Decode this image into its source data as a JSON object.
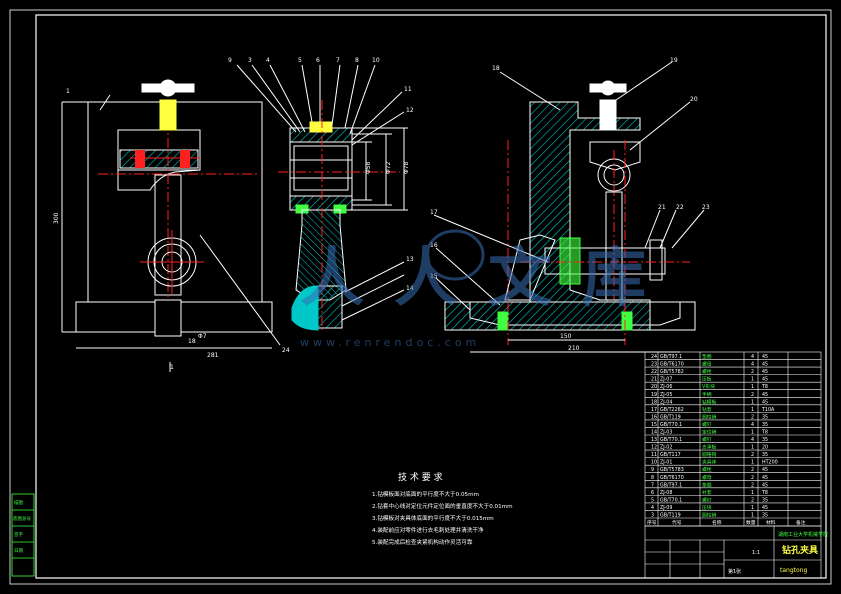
{
  "colors": {
    "background": "#000000",
    "outline": "#ffffff",
    "centerline": "#ff2020",
    "hatch": "#00c8c8",
    "accent_green": "#40ff40",
    "part_yellow": "#ffff40",
    "watermark": "#3a6fb5"
  },
  "views": {
    "front": {
      "callouts": [
        "1",
        "24"
      ],
      "dims": {
        "height": "300",
        "width": "281",
        "bottom_a": "18",
        "bottom_b": "Φ7",
        "center": "1"
      }
    },
    "section": {
      "callouts": [
        "9",
        "3",
        "4",
        "5",
        "6",
        "7",
        "8",
        "10",
        "11",
        "12",
        "13",
        "14"
      ],
      "dims": {
        "d1": "Φ58",
        "d2": "Φ72",
        "d3": "Φ78"
      }
    },
    "side": {
      "callouts": [
        "18",
        "19",
        "20",
        "21",
        "22",
        "23",
        "17",
        "16",
        "15"
      ],
      "dims": {
        "w1": "150",
        "w2": "210"
      }
    }
  },
  "watermark": {
    "text": "人人文库",
    "url": "www.renrendoc.com"
  },
  "tech_req": {
    "title": "技 术 要 求",
    "items": [
      "1.钻模板面对底面的平行度不大于0.05mm",
      "2.钻套中心线对定位元件定位面的垂直度不大于0.01mm",
      "3.钻模板对夹具体底面的平行度不大于0.015mm",
      "4.装配前应对零件进行去毛刺处理并清洗干净",
      "5.装配完成后检查夹紧机构动作灵活可靠"
    ]
  },
  "bom": {
    "rows": [
      {
        "no": "24",
        "code": "GB/T97.1",
        "name": "垫圈",
        "qty": "4",
        "mat": "45"
      },
      {
        "no": "23",
        "code": "GB/T6170",
        "name": "螺母",
        "qty": "4",
        "mat": "45"
      },
      {
        "no": "22",
        "code": "GB/T5782",
        "name": "螺栓",
        "qty": "2",
        "mat": "45"
      },
      {
        "no": "21",
        "code": "ZJ-07",
        "name": "压板",
        "qty": "1",
        "mat": "45"
      },
      {
        "no": "20",
        "code": "ZJ-06",
        "name": "V形块",
        "qty": "1",
        "mat": "T8"
      },
      {
        "no": "19",
        "code": "ZJ-05",
        "name": "手柄",
        "qty": "2",
        "mat": "45"
      },
      {
        "no": "18",
        "code": "ZJ-04",
        "name": "钻模板",
        "qty": "1",
        "mat": "45"
      },
      {
        "no": "17",
        "code": "GB/T2262",
        "name": "钻套",
        "qty": "1",
        "mat": "T10A"
      },
      {
        "no": "16",
        "code": "GB/T119",
        "name": "圆柱销",
        "qty": "2",
        "mat": "35"
      },
      {
        "no": "15",
        "code": "GB/T70.1",
        "name": "螺钉",
        "qty": "4",
        "mat": "35"
      },
      {
        "no": "14",
        "code": "ZJ-03",
        "name": "定位销",
        "qty": "1",
        "mat": "T8"
      },
      {
        "no": "13",
        "code": "GB/T70.1",
        "name": "螺钉",
        "qty": "4",
        "mat": "35"
      },
      {
        "no": "12",
        "code": "ZJ-02",
        "name": "支承板",
        "qty": "1",
        "mat": "20"
      },
      {
        "no": "11",
        "code": "GB/T117",
        "name": "圆锥销",
        "qty": "2",
        "mat": "35"
      },
      {
        "no": "10",
        "code": "ZJ-01",
        "name": "夹具体",
        "qty": "1",
        "mat": "HT200"
      },
      {
        "no": "9",
        "code": "GB/T5783",
        "name": "螺栓",
        "qty": "2",
        "mat": "45"
      },
      {
        "no": "8",
        "code": "GB/T6170",
        "name": "螺母",
        "qty": "2",
        "mat": "45"
      },
      {
        "no": "7",
        "code": "GB/T97.1",
        "name": "垫圈",
        "qty": "2",
        "mat": "45"
      },
      {
        "no": "6",
        "code": "ZJ-08",
        "name": "衬套",
        "qty": "1",
        "mat": "T8"
      },
      {
        "no": "5",
        "code": "GB/T70.1",
        "name": "螺钉",
        "qty": "2",
        "mat": "35"
      },
      {
        "no": "4",
        "code": "ZJ-09",
        "name": "压块",
        "qty": "1",
        "mat": "45"
      },
      {
        "no": "3",
        "code": "GB/T119",
        "name": "圆柱销",
        "qty": "1",
        "mat": "35"
      }
    ],
    "header": [
      "序号",
      "代号",
      "名称",
      "数量",
      "材料",
      "备注"
    ]
  },
  "title_block": {
    "school": "湖南工业大学机械学院",
    "drawing_name": "钻孔夹具",
    "drawer": "tangtong",
    "scale": "1:1",
    "sheet": "第1张"
  },
  "left_strip": {
    "labels": [
      "描图",
      "底图总号",
      "签字",
      "日期"
    ]
  }
}
